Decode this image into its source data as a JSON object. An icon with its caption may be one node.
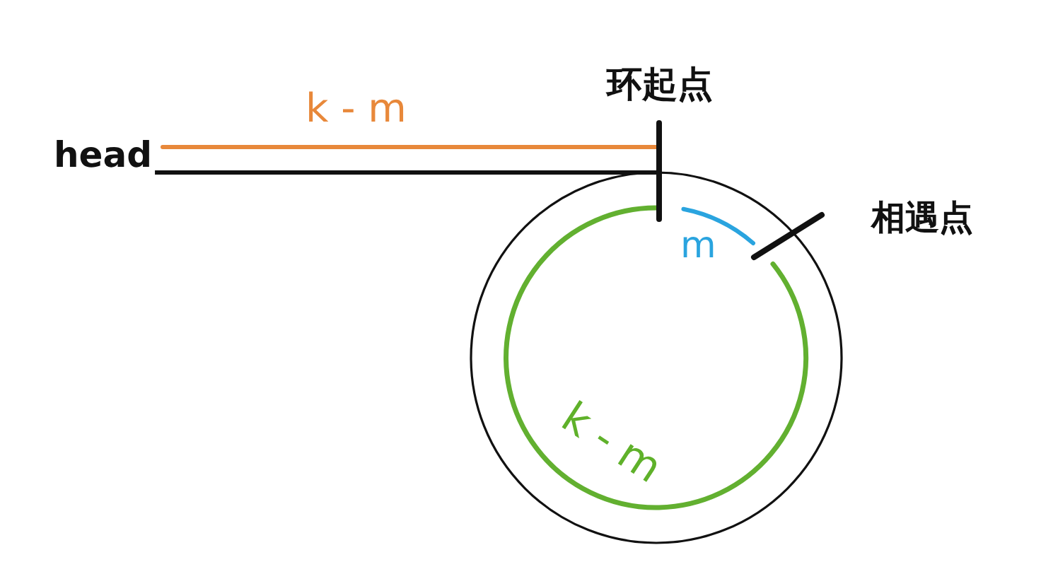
{
  "diagram": {
    "nodes": [
      {
        "text": [
          "head"
        ]
      },
      {
        "text": [],
        "shape": "circle"
      }
    ],
    "edges": [
      {
        "from": 0,
        "to": 1,
        "arrow": "none"
      }
    ],
    "labels": [
      "k - m",
      "环起点",
      "相遇点",
      "m",
      "k - m"
    ]
  }
}
